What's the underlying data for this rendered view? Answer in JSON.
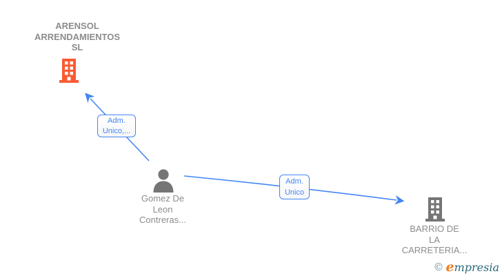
{
  "diagram": {
    "type": "corporate-relationship-graph",
    "nodes": {
      "arensol": {
        "label": "ARENSOL\nARRENDAMIENTOS\nSL",
        "kind": "company",
        "highlighted": true,
        "icon": "building-icon",
        "icon_color": "#fa5b32"
      },
      "person": {
        "label": "Gomez De\nLeon\nContreras...",
        "kind": "person",
        "icon": "person-icon",
        "icon_color": "#757575"
      },
      "barrio": {
        "label": "BARRIO DE\nLA\nCARRETERIA...",
        "kind": "company",
        "highlighted": false,
        "icon": "building-icon",
        "icon_color": "#757575"
      }
    },
    "edges": {
      "person_to_arensol": {
        "from": "person",
        "to": "arensol",
        "label": "Adm.\nUnico,..."
      },
      "person_to_barrio": {
        "from": "person",
        "to": "barrio",
        "label": "Adm.\nUnico"
      }
    },
    "colors": {
      "edge_blue": "#4285f4",
      "node_text_gray": "#8c8c8c",
      "icon_gray": "#757575",
      "highlight_orange": "#fa5b32"
    }
  },
  "watermark": {
    "copyright_symbol": "©",
    "brand_initial": "e",
    "brand_rest": "mpresia",
    "brand_full": "empresia"
  }
}
